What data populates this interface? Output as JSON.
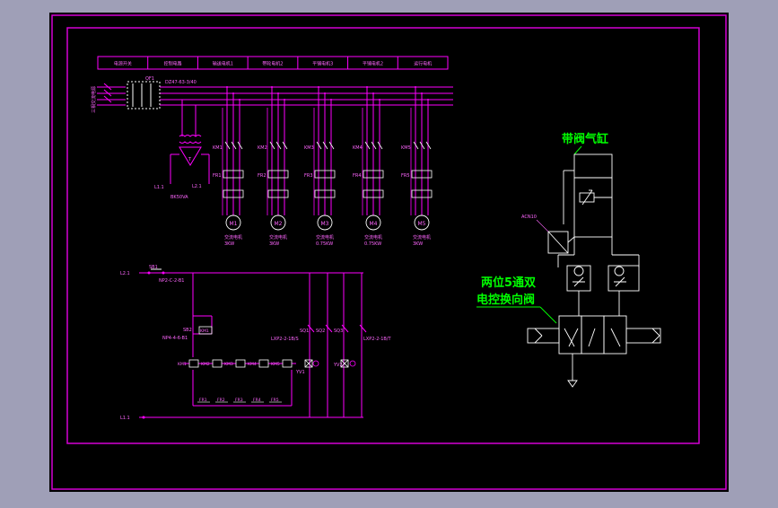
{
  "colors": {
    "background": "#9f9fb7",
    "sheet": "#000000",
    "border": "#d400d4",
    "line": "#ff00ff",
    "text": "#ff66ff",
    "white": "#ffffff",
    "annotation": "#00ff00"
  },
  "title_block": {
    "cells": [
      "电源开关",
      "控制电路",
      "输送电机1",
      "带轮电机2",
      "平铺电机3",
      "平铺电机2",
      "运行电机"
    ]
  },
  "main_circuit": {
    "breaker_label": "QF1",
    "breaker_model": "DZ47-63-3/40",
    "supply_label": "三相交流电源",
    "transformer_label": "T",
    "transformer_taps": [
      "L1.1",
      "L2.1"
    ],
    "transformer_model": "BK50VA",
    "contactors": [
      "KM1",
      "KM2",
      "KM3",
      "KM4",
      "KM5"
    ],
    "relays": [
      "FR1",
      "FR2",
      "FR3",
      "FR4",
      "FR5"
    ],
    "motors": [
      {
        "id": "M1",
        "name": "交流电机",
        "power": "3KW"
      },
      {
        "id": "M2",
        "name": "交流电机",
        "power": "3KW"
      },
      {
        "id": "M3",
        "name": "交流电机",
        "power": "0.75KW"
      },
      {
        "id": "M4",
        "name": "交流电机",
        "power": "0.75KW"
      },
      {
        "id": "M5",
        "name": "交流电机",
        "power": "3KW"
      }
    ]
  },
  "control_circuit": {
    "line_top": "L2.1",
    "line_bottom": "L1.1",
    "stop_button": "SB1",
    "stop_model": "NP2-C-2-B1",
    "start_button": "SB2",
    "start_model": "NP4-4-6-B1",
    "hold_contact": "KM1",
    "coils": [
      "KM1",
      "KM2",
      "KM3",
      "KM4",
      "KM5"
    ],
    "switches": [
      "SQ1",
      "SQ2",
      "SQ3"
    ],
    "switch_model_left": "LXP2-2-1B/S",
    "switch_model_right": "LXP2-2-1B/T",
    "valves": [
      "YV1",
      "YV2"
    ],
    "fr_contacts": [
      "FR1",
      "FR2",
      "FR3",
      "FR4",
      "FR5"
    ]
  },
  "pneumatic": {
    "cylinder_label": "带阀气缸",
    "valve_label_line1": "两位5通双",
    "valve_label_line2": "电控换向阀",
    "module_label": "ACN10"
  }
}
